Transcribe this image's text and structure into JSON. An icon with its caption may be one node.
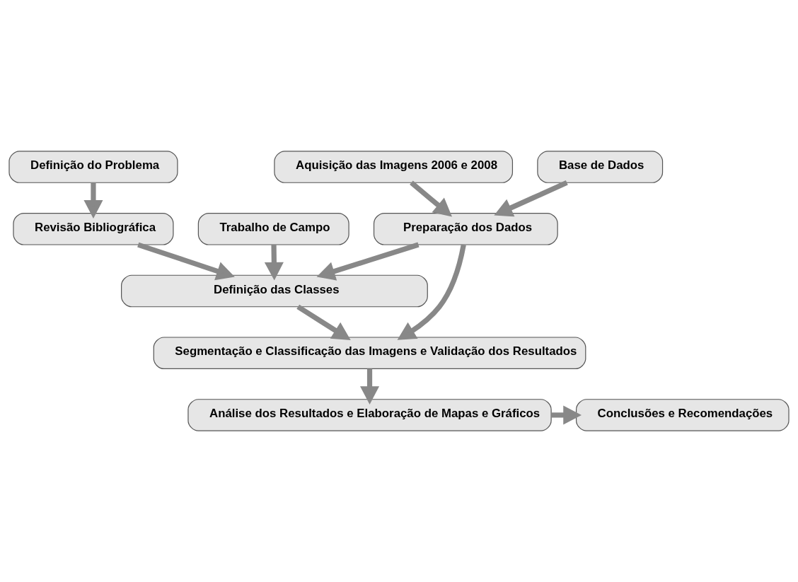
{
  "diagram": {
    "nodes": [
      {
        "text": [
          "Definição do Problema"
        ]
      },
      {
        "text": [
          "Revisão Bibliográfica"
        ]
      },
      {
        "text": [
          "Aquisição das Imagens 2006 e 2008"
        ]
      },
      {
        "text": [
          "Base de Dados"
        ]
      },
      {
        "text": [
          "Trabalho de Campo"
        ]
      },
      {
        "text": [
          "Preparação dos Dados"
        ]
      },
      {
        "text": [
          "Definição das Classes"
        ]
      },
      {
        "text": [
          "Segmentação e Classificação das Imagens e Validação dos Resultados"
        ]
      },
      {
        "text": [
          "Análise dos Resultados e Elaboração de Mapas e Gráficos"
        ]
      },
      {
        "text": [
          "Conclusões e Recomendações"
        ]
      }
    ],
    "edges": [
      {
        "from": 0,
        "to": 1,
        "arrow": "to"
      },
      {
        "from": 1,
        "to": 6,
        "arrow": "to"
      },
      {
        "from": 2,
        "to": 5,
        "arrow": "to"
      },
      {
        "from": 3,
        "to": 5,
        "arrow": "to"
      },
      {
        "from": 4,
        "to": 6,
        "arrow": "to"
      },
      {
        "from": 5,
        "to": 6,
        "arrow": "to"
      },
      {
        "from": 5,
        "to": 7,
        "arrow": "to"
      },
      {
        "from": 6,
        "to": 7,
        "arrow": "to"
      },
      {
        "from": 7,
        "to": 8,
        "arrow": "to"
      },
      {
        "from": 8,
        "to": 9,
        "arrow": "to"
      }
    ]
  }
}
